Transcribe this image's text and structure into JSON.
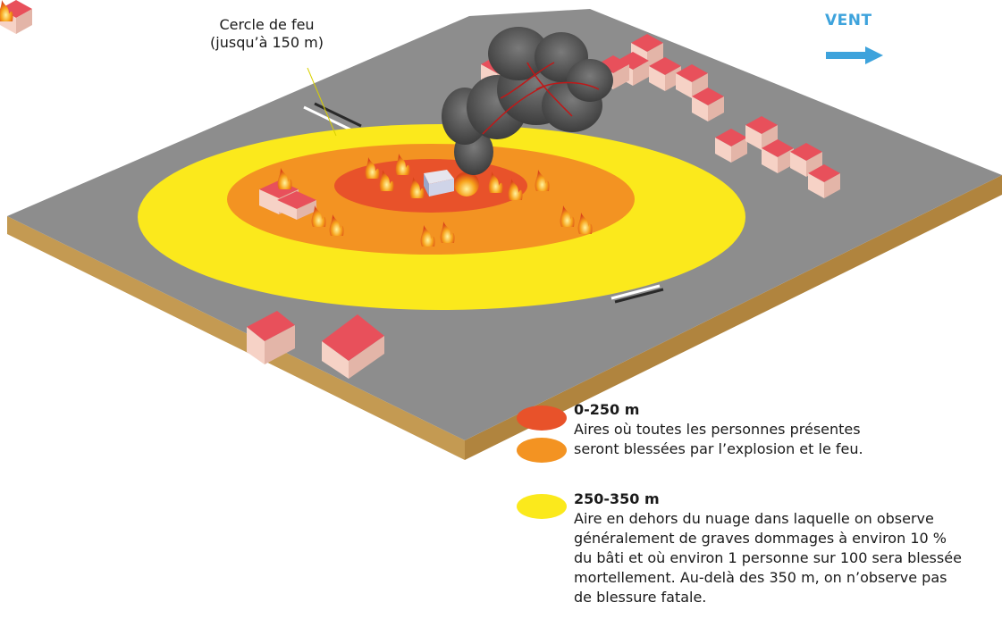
{
  "callout": {
    "line1": "Cercle de feu",
    "line2": "(jusqu’à 150 m)"
  },
  "wind": {
    "label": "VENT",
    "color": "#3ea3dc"
  },
  "legend": {
    "zone1": {
      "title": "0-250 m",
      "desc_line1": "Aires où toutes les personnes présentes",
      "desc_line2": "seront blessées par l’explosion et le feu.",
      "colors": [
        "#e8522a",
        "#f39322"
      ]
    },
    "zone2": {
      "title": "250-350 m",
      "desc_lines": [
        "Aire en dehors du nuage dans laquelle on observe",
        "généralement de graves dommages à environ 10 %",
        "du bâti et où environ 1 personne sur 100 sera blessée",
        "mortellement. Au-delà des 350 m, on n’observe pas",
        "de blessure fatale."
      ],
      "color": "#fbe91c"
    }
  },
  "colors": {
    "ground": "#8d8d8d",
    "slab_side": "#c49a52",
    "yellow_zone": "#fbe91c",
    "orange_zone": "#f39322",
    "red_zone": "#e8522a",
    "smoke": "#555555",
    "roof": "#e8505b",
    "wall": "#f6d2c6"
  }
}
